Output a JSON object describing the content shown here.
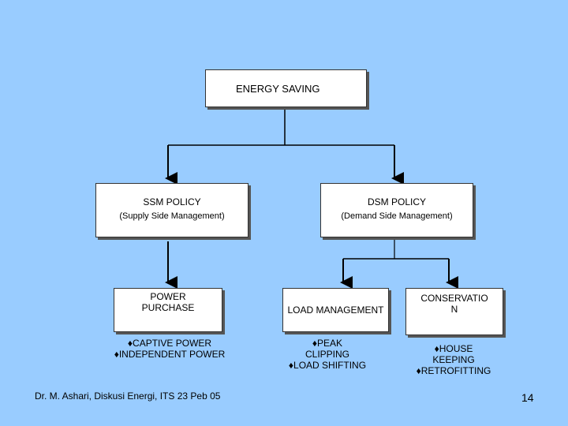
{
  "diagram": {
    "root": {
      "label": "ENERGY SAVING"
    },
    "ssm": {
      "title": "SSM POLICY",
      "subtitle": "(Supply Side Management)"
    },
    "dsm": {
      "title": "DSM POLICY",
      "subtitle": "(Demand Side Management)"
    },
    "power_purchase": {
      "label_line1": "POWER",
      "label_line2": "PURCHASE",
      "items": [
        "♦CAPTIVE POWER",
        "♦INDEPENDENT POWER"
      ]
    },
    "load_management": {
      "label": "LOAD MANAGEMENT",
      "items": [
        "♦PEAK",
        "CLIPPING",
        "♦LOAD SHIFTING"
      ]
    },
    "conservation": {
      "label_line1": "CONSERVATIO",
      "label_line2": "N",
      "items": [
        "♦HOUSE",
        "KEEPING",
        "♦RETROFITTING"
      ]
    }
  },
  "footer": {
    "text": "Dr. M. Ashari, Diskusi Energi, ITS 23 Peb 05",
    "page_number": "14"
  },
  "colors": {
    "background": "#99ccff",
    "box": "#ffffff",
    "line": "#000000"
  }
}
